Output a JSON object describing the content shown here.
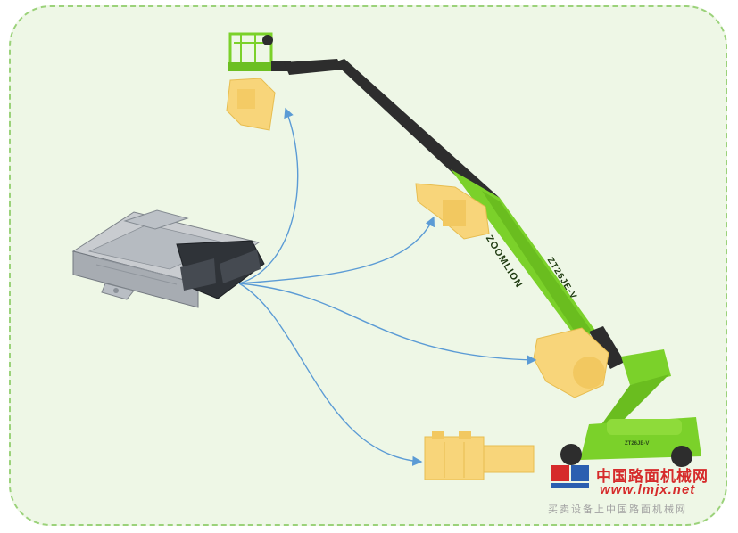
{
  "machine": {
    "brand_text": "ZOOMLION",
    "boom_model_text": "ZT26JE-V",
    "chassis_model_text": "ZT26JE-V"
  },
  "watermark": {
    "site_name_cn": "中国路面机械网",
    "site_url": "www.lmjx.net",
    "subtitle_cn": "买卖设备上中国路面机械网"
  },
  "colors": {
    "machine_green": "#7bd12a",
    "component_yellow": "#f8d57a",
    "arrow_blue": "#5b9bd5",
    "panel_bg": "#eef7e6",
    "watermark_red": "#d62b2b"
  },
  "icons": [
    "ecu-controller-icon",
    "platform-component-icon",
    "boom-joint-component-icon",
    "turntable-component-icon",
    "battery-pack-icon",
    "zoomlion-watermark-logo"
  ]
}
